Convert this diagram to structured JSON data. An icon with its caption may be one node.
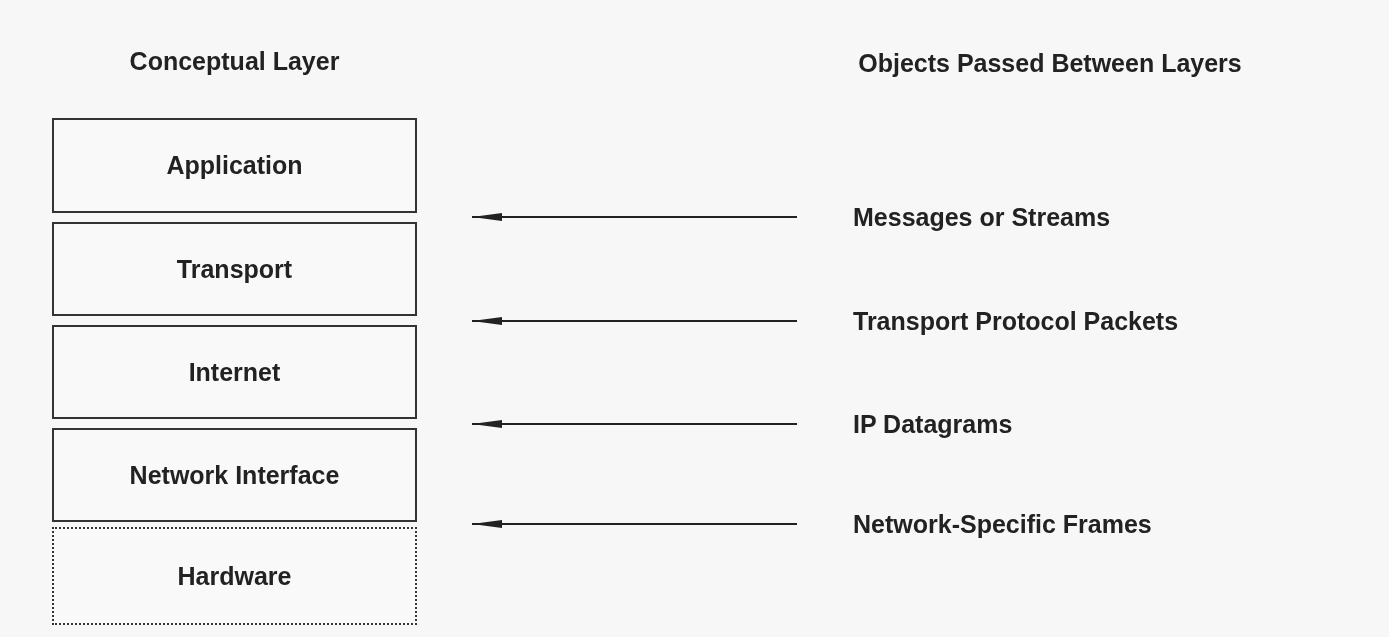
{
  "diagram": {
    "nodes": [
      {
        "text": [
          "Application"
        ]
      },
      {
        "text": [
          "Transport"
        ]
      },
      {
        "text": [
          "Internet"
        ]
      },
      {
        "text": [
          "Network Interface"
        ]
      },
      {
        "text": [
          "Hardware"
        ]
      },
      {
        "text": [
          "Messages or Streams"
        ]
      },
      {
        "text": [
          "Transport Protocol Packets"
        ]
      },
      {
        "text": [
          "IP Datagrams"
        ]
      },
      {
        "text": [
          "Network-Specific Frames"
        ]
      }
    ],
    "edges": [
      {
        "from": 5,
        "to": null,
        "arrow": "to"
      },
      {
        "from": 6,
        "to": null,
        "arrow": "to"
      },
      {
        "from": 7,
        "to": null,
        "arrow": "to"
      },
      {
        "from": 8,
        "to": null,
        "arrow": "to"
      }
    ],
    "labels": [
      "Conceptual Layer",
      "Objects Passed Between Layers"
    ]
  }
}
